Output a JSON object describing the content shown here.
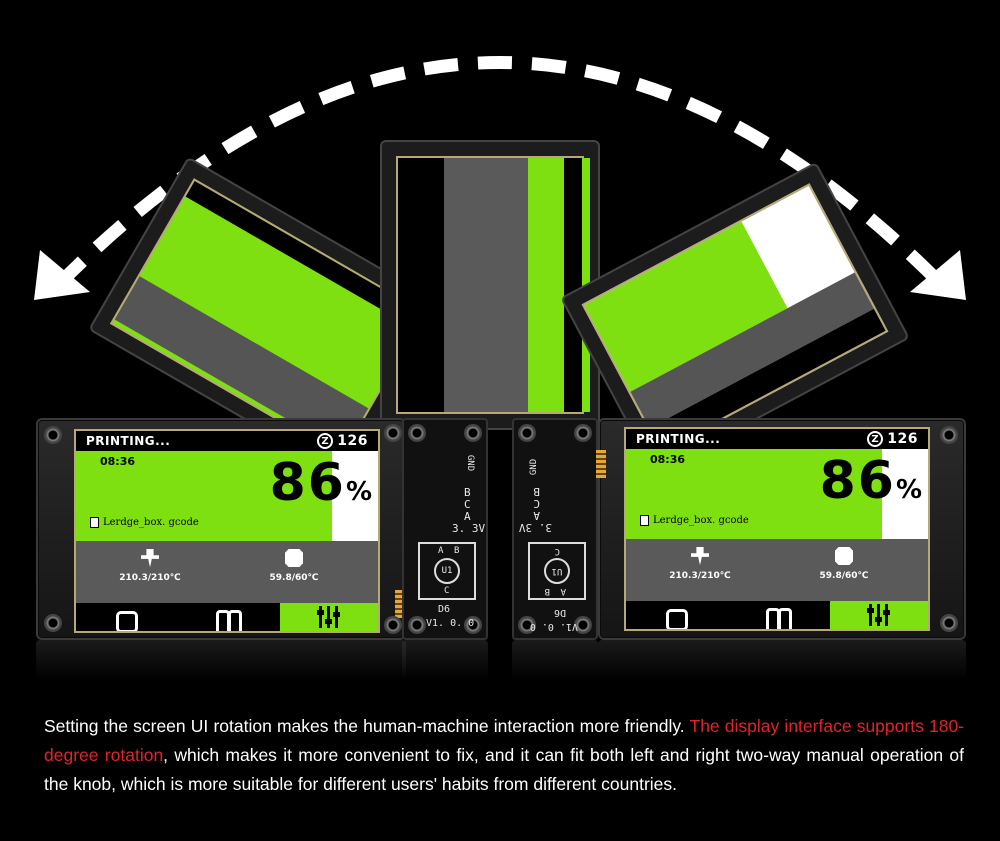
{
  "screen": {
    "status": "PRINTING...",
    "counter": "126",
    "counter_icon": "z-circle-icon",
    "time": "08:36",
    "progress_value": "86",
    "progress_sign": "%",
    "filename": "Lerdge_box. gcode",
    "nozzle_temp": "210.3/210℃",
    "bed_temp": "59.8/60℃",
    "buttons": [
      "stop-icon",
      "pause-icon",
      "tune-sliders-icon"
    ]
  },
  "pcb": {
    "labels": [
      "GND",
      "B",
      "C",
      "A",
      "3. 3V",
      "A",
      "B",
      "U1",
      "C",
      "D6",
      "V1. 0. 0"
    ]
  },
  "caption": {
    "part1": "Setting the screen UI rotation makes the human-machine interaction more friendly. ",
    "highlight": "The display interface supports 180-degree rotation",
    "part2": ", which makes it more convenient to fix, and it can fit both left and right two-way manual operation of the knob, which is more suitable for different users' habits from different countries."
  },
  "colors": {
    "accent_green": "#7ee010",
    "highlight_red": "#e2232a",
    "background": "#000000"
  }
}
